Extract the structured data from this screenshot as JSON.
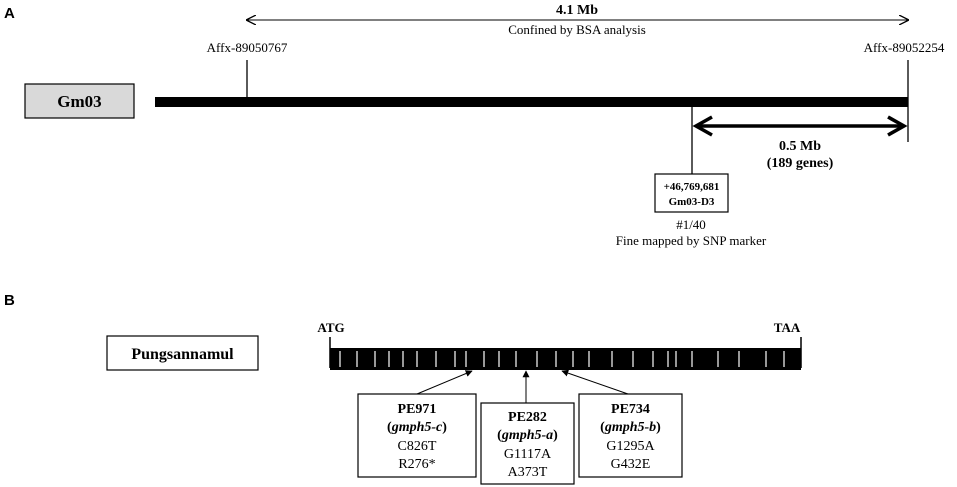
{
  "panel_a": {
    "label": "A",
    "span_label": "4.1 Mb",
    "span_caption": "Confined by BSA analysis",
    "marker_left": "Affx-89050767",
    "marker_right": "Affx-89052254",
    "chromosome": "Gm03",
    "sub_span_label": "0.5 Mb",
    "sub_span_genes": "(189 genes)",
    "snp_box_line1": "+46,769,681",
    "snp_box_line2": "Gm03-D3",
    "snp_count": "#1/40",
    "snp_caption": "Fine mapped by SNP marker"
  },
  "panel_b": {
    "label": "B",
    "cultivar": "Pungsannamul",
    "start_codon": "ATG",
    "stop_codon": "TAA",
    "mutants": [
      {
        "name": "PE971",
        "allele": "gmph5-c",
        "snp": "C826T",
        "aa": "R276*"
      },
      {
        "name": "PE282",
        "allele": "gmph5-a",
        "snp": "G1117A",
        "aa": "A373T"
      },
      {
        "name": "PE734",
        "allele": "gmph5-b",
        "snp": "G1295A",
        "aa": "G432E"
      }
    ]
  }
}
